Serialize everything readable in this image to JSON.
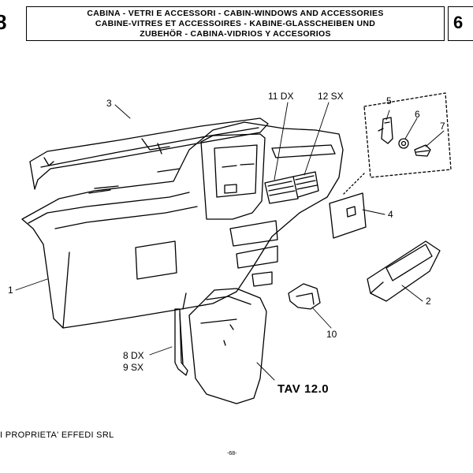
{
  "header": {
    "section_left": "8",
    "section_right": "6",
    "title_lines": [
      "CABINA - VETRI E ACCESSORI - CABIN-WINDOWS AND ACCESSORIES",
      "CABINE-VITRES ET ACCESSOIRES - KABINE-GLASSCHEIBEN UND",
      "ZUBEHÖR - CABINA-VIDRIOS Y ACCESORIOS"
    ]
  },
  "callouts": {
    "c1": "1",
    "c2": "2",
    "c3": "3",
    "c4": "4",
    "c5": "5",
    "c6": "6",
    "c7": "7",
    "c8": "8 DX",
    "c9": "9 SX",
    "c10": "10",
    "c11": "11 DX",
    "c12": "12 SX"
  },
  "plate": "TAV 12.0",
  "footer": "I PROPRIETA' EFFEDI SRL",
  "page_number": "-68-"
}
